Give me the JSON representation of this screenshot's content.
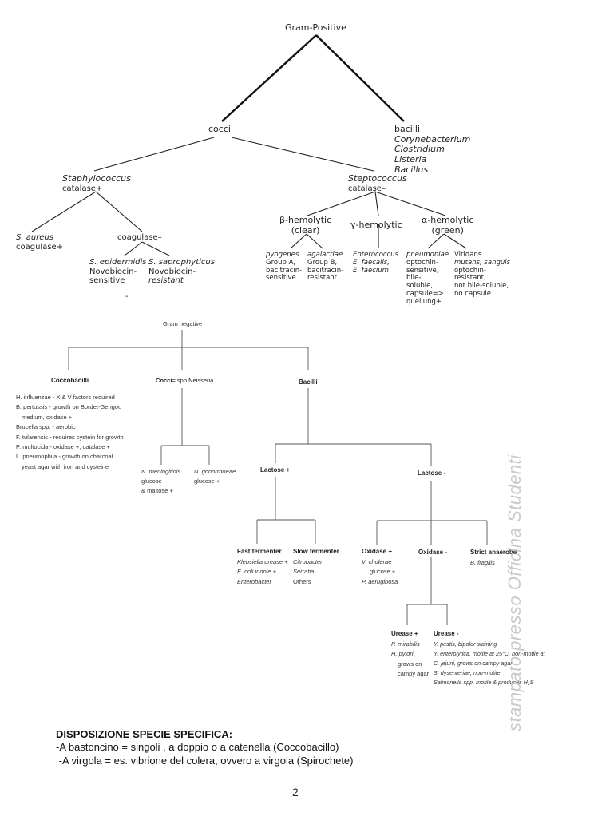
{
  "gram_positive": {
    "root": "Gram-Positive",
    "cocci": "cocci",
    "bacilli": {
      "title": "bacilli",
      "genera": [
        "Corynebacterium",
        "Clostridium",
        "Listeria",
        "Bacillus"
      ]
    },
    "staph": {
      "name": "Staphylococcus",
      "catalase": "catalase+"
    },
    "strep": {
      "name": "Steptococcus",
      "catalase": "catalase–"
    },
    "s_aureus": {
      "name": "S. aureus",
      "note": "coagulase+"
    },
    "coag_neg": "coagulase–",
    "s_epidermidis": {
      "name": "S. epidermidis",
      "l1": "Novobiocin-",
      "l2": "sensitive"
    },
    "s_saprophyticus": {
      "name": "S. saprophyticus",
      "l1": "Novobiocin-",
      "l2": "resistant"
    },
    "beta": {
      "l1": "β-hemolytic",
      "l2": "(clear)"
    },
    "gamma": "γ-hemolytic",
    "alpha": {
      "l1": "α-hemolytic",
      "l2": "(green)"
    },
    "pyogenes": {
      "name": "pyogenes",
      "l1": "Group A,",
      "l2": "bacitracin-",
      "l3": "sensitive"
    },
    "agalactiae": {
      "name": "agalactiae",
      "l1": "Group B,",
      "l2": "bacitracin-",
      "l3": "resistant"
    },
    "enterococcus": {
      "name": "Enterococcus",
      "l1": "E. faecalis,",
      "l2": "E. faecium"
    },
    "pneumoniae": {
      "name": "pneumoniae",
      "l1": "optochin-",
      "l2": "sensitive,",
      "l3": "bile-",
      "l4": "soluble,",
      "l5": "capsule=>",
      "l6": "quellung+"
    },
    "viridans": {
      "name": "Viridans",
      "l1": "mutans, sanguis",
      "l2": "optochin-",
      "l3": "resistant,",
      "l4": "not bile-soluble,",
      "l5": "no capsule"
    },
    "dash": "-"
  },
  "gram_negative": {
    "root": "Gram negative",
    "coccobacilli": {
      "title": "Coccobacilli",
      "items": [
        "H. influenzae - X & V factors required",
        "B. pertussis - growth on Bordet-Gengou",
        "medium, oxidase +",
        "Brucella spp. - aerobic",
        "F. tularensis - requires cystein for growth",
        "P. multocida - oxidase +, catalase +",
        "L. pneumophila - growth on charcoal",
        "yeast agar with iron and cysteine"
      ]
    },
    "cocci": {
      "title": "Cocci",
      "suffix": "= spp.Neisseria"
    },
    "n_meningitidis": [
      "N. meningitidis",
      "glucose",
      "& maltose +"
    ],
    "n_gonorrhoeae": [
      "N. gonorrhoeae",
      "glucose +"
    ],
    "bacilli": "Bacilli",
    "lactose_pos": "Lactose +",
    "lactose_neg": "Lactose -",
    "fast_fermenter": {
      "title": "Fast fermenter",
      "items": [
        "Klebsiella urease +",
        "E. coli indole +",
        "Enterobacter"
      ]
    },
    "slow_fermenter": {
      "title": "Slow fermenter",
      "items": [
        "Citrobacter",
        "Serratia",
        "Others"
      ]
    },
    "oxidase_pos": {
      "title": "Oxidase +",
      "items": [
        "V. cholerae",
        "glucose +",
        "P. aeruginosa"
      ]
    },
    "oxidase_neg": "Oxidase -",
    "strict_anaerobe": {
      "title": "Strict anaerobe",
      "items": [
        "B. fragilis"
      ]
    },
    "urease_pos": {
      "title": "Urease +",
      "items": [
        "P. mirabilis",
        "H. pylori",
        "grows on",
        "campy agar"
      ]
    },
    "urease_neg": {
      "title": "Urease -",
      "items": [
        "Y. pestis, bipolar staining",
        "Y. enterolytica, motile at 25°C, non-motile at",
        "C. jejuni, grows on campy agar",
        "S. dysenteriae, non-motile",
        "Salmonella spp. motile & produces H₂S"
      ]
    }
  },
  "notes": {
    "title": "DISPOSIZIONE SPECIE SPECIFICA:",
    "line1": "-A bastoncino = singoli , a doppio o a catenella (Coccobacillo)",
    "line2": " -A virgola = es. vibrione del colera, ovvero a virgola (Spirochete)"
  },
  "page_number": "2",
  "watermark": "stampato presso Officina Studenti"
}
